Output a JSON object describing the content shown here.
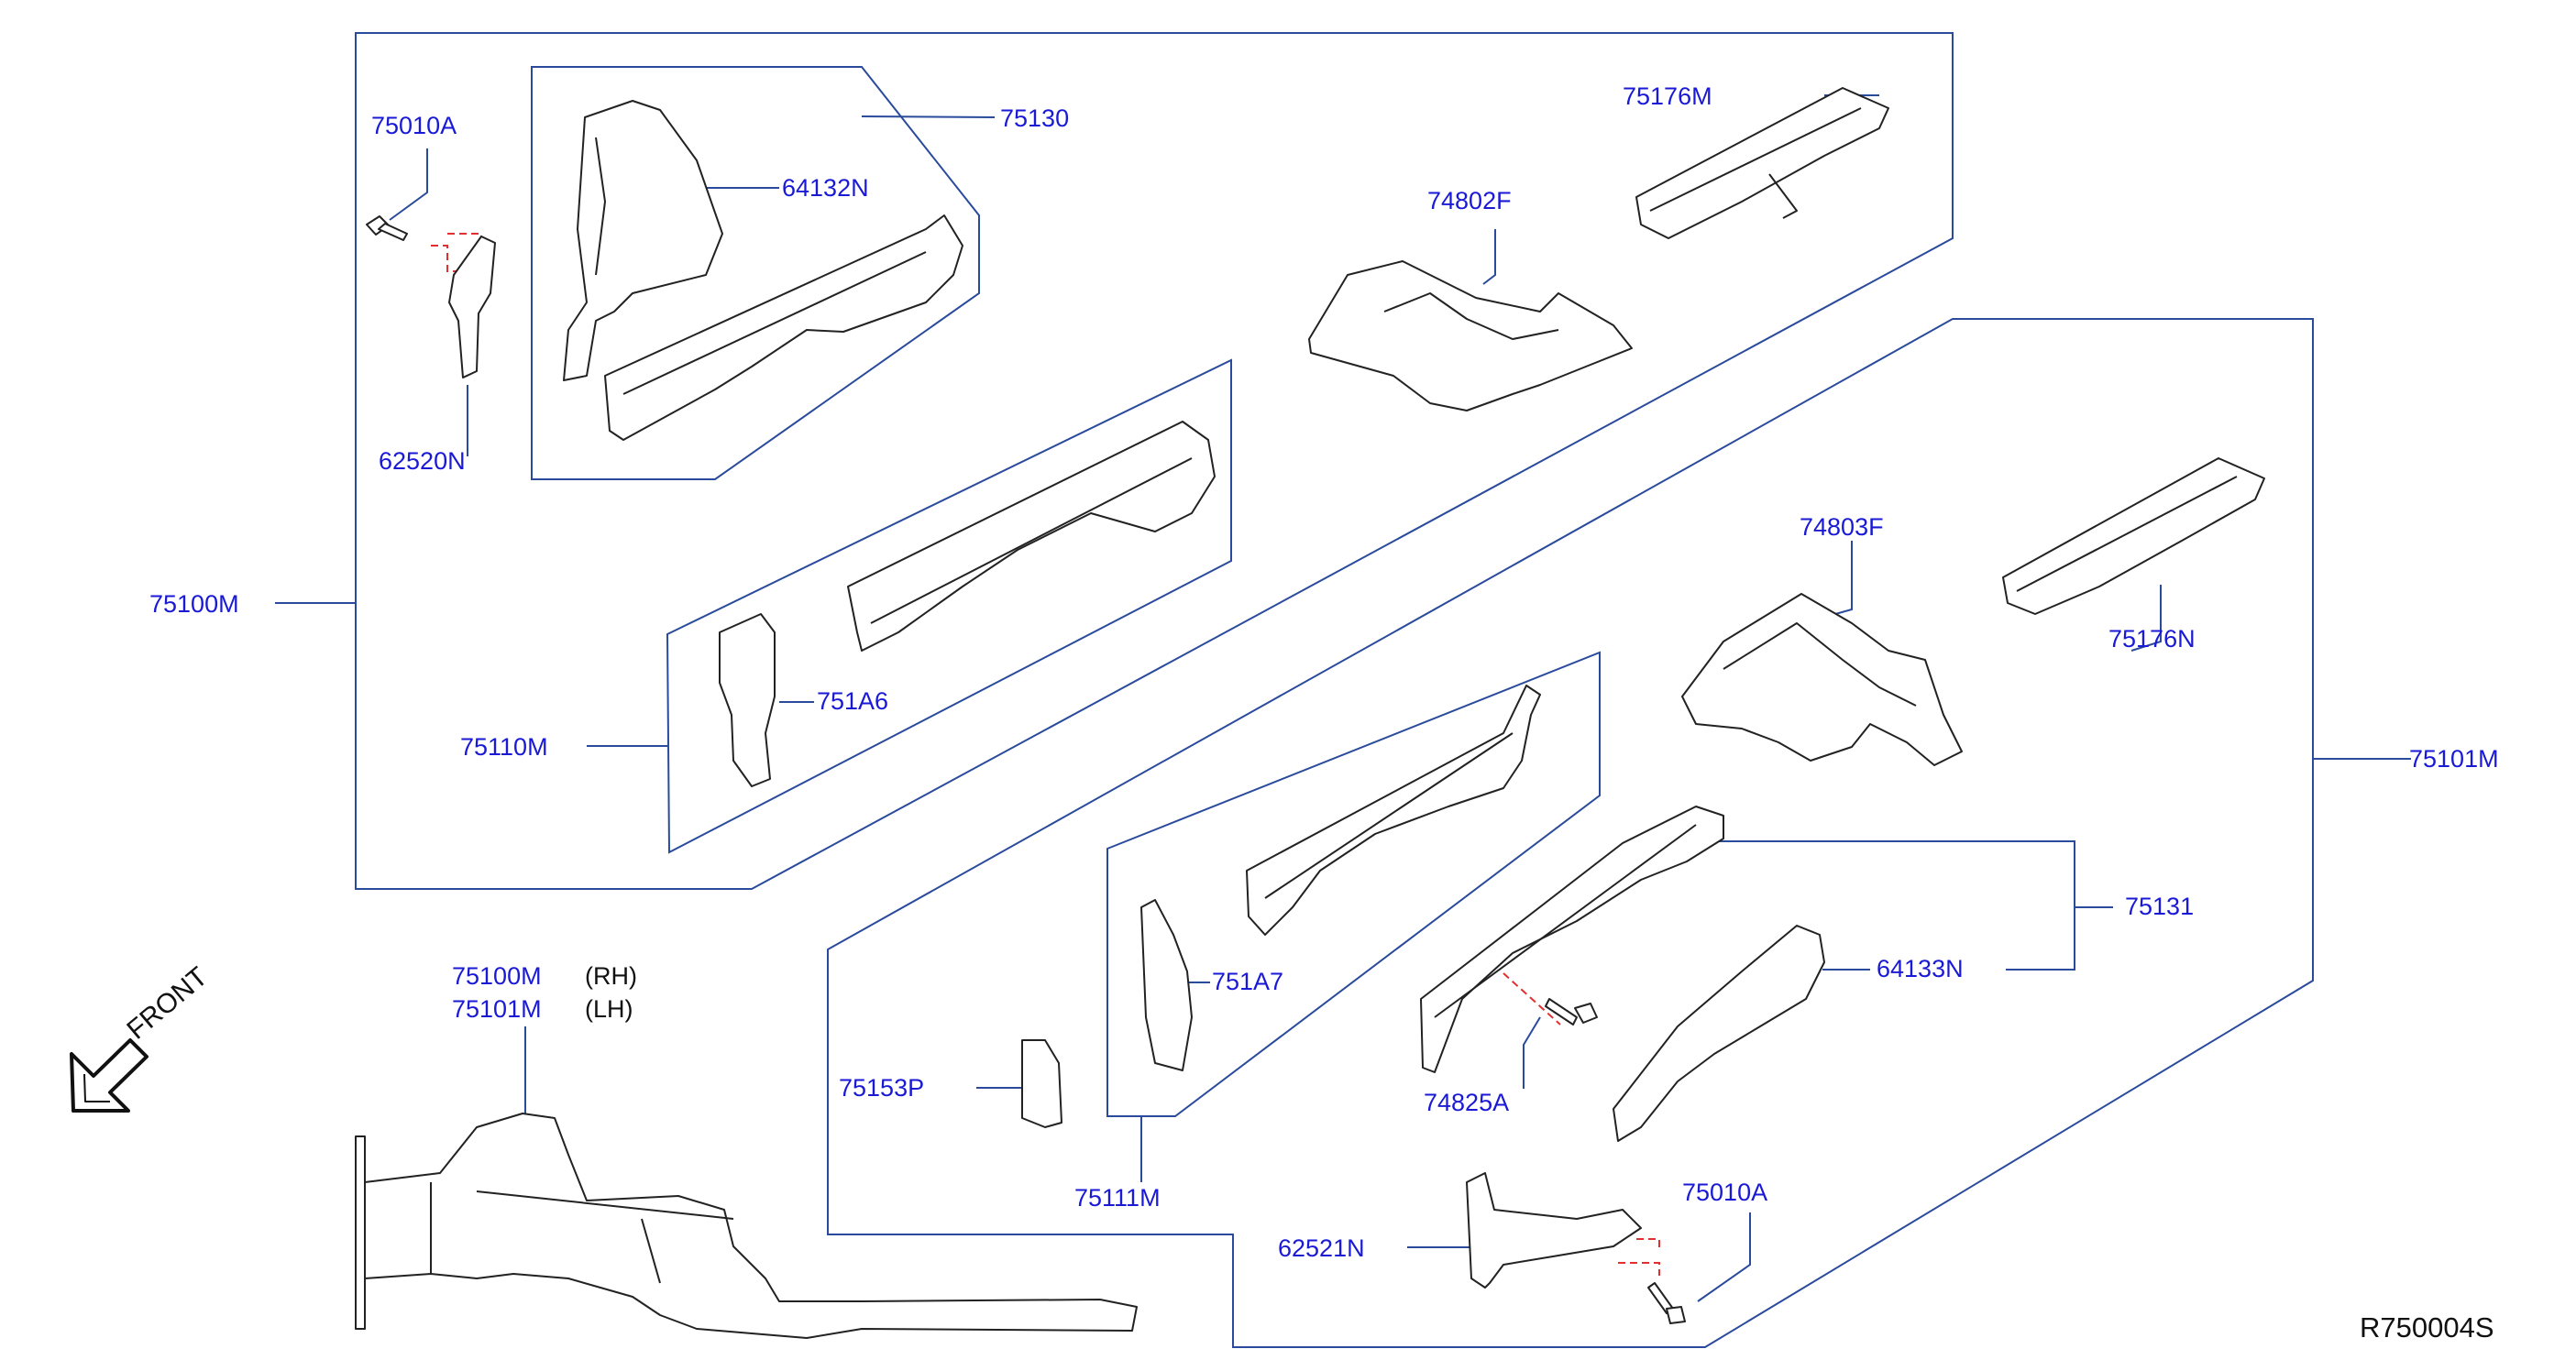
{
  "colors": {
    "label": "#1a1ad6",
    "leader": "#2a4b9c",
    "outline": "#222222",
    "dashed": "#e23030"
  },
  "parts": {
    "p75010A_top": "75010A",
    "p62520N": "62520N",
    "p75130": "75130",
    "p64132N": "64132N",
    "p75176M": "75176M",
    "p74802F": "74802F",
    "p75100M": "75100M",
    "p751A6": "751A6",
    "p75110M": "75110M",
    "p74803F": "74803F",
    "p75176N": "75176N",
    "p75101M": "75101M",
    "p75131": "75131",
    "p64133N": "64133N",
    "p751A7": "751A7",
    "p74825A": "74825A",
    "p75153P": "75153P",
    "p75111M": "75111M",
    "p62521N": "62521N",
    "p75010A_bot": "75010A"
  },
  "legend": {
    "rh_part": "75100M",
    "rh_side": "(RH)",
    "lh_part": "75101M",
    "lh_side": "(LH)",
    "front": "FRONT"
  },
  "diagram_code": "R750004S"
}
